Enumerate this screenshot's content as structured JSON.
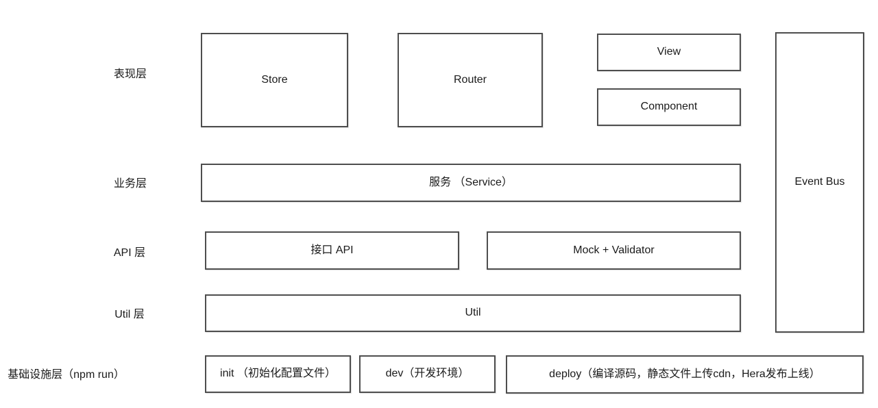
{
  "diagram": {
    "type": "layered-architecture",
    "row_labels": {
      "presentation": "表现层",
      "business": "业务层",
      "api": "API 层",
      "util": "Util 层",
      "infrastructure": "基础设施层（npm run）"
    },
    "boxes": {
      "store": "Store",
      "router": "Router",
      "view": "View",
      "component": "Component",
      "event_bus": "Event Bus",
      "service": "服务 （Service）",
      "api": "接口 API",
      "mock_validator": "Mock + Validator",
      "util": "Util",
      "init": "init （初始化配置文件）",
      "dev": "dev（开发环境）",
      "deploy": "deploy（编译源码，静态文件上传cdn，Hera发布上线）"
    },
    "colors": {
      "border": "#4d4d4d",
      "text": "#1a1a1a",
      "background": "#ffffff"
    }
  }
}
